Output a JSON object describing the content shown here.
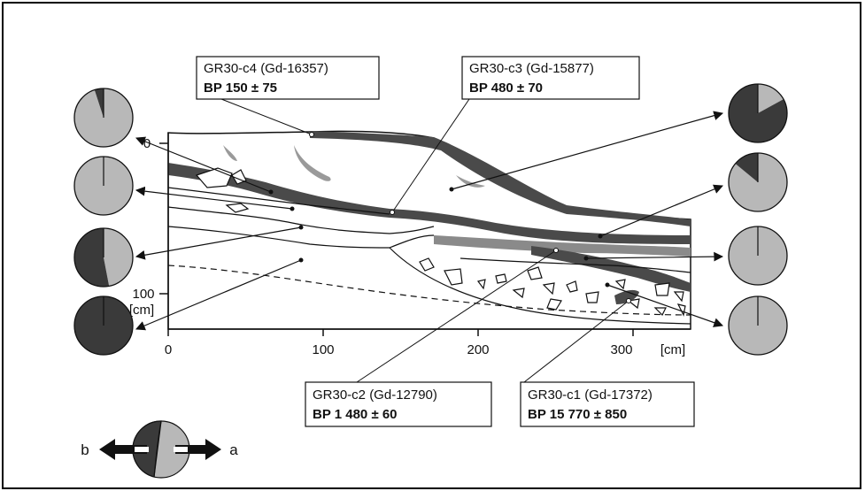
{
  "labels": [
    {
      "id": "c4",
      "sample": "GR30-c4 (Gd-16357)",
      "age": "BP 150 ± 75"
    },
    {
      "id": "c3",
      "sample": "GR30-c3 (Gd-15877)",
      "age": "BP 480 ± 70"
    },
    {
      "id": "c2",
      "sample": "GR30-c2 (Gd-12790)",
      "age": "BP 1 480 ± 60"
    },
    {
      "id": "c1",
      "sample": "GR30-c1 (Gd-17372)",
      "age": "BP 15 770 ± 850"
    }
  ],
  "axes": {
    "x_ticks": [
      "0",
      "100",
      "200",
      "300"
    ],
    "x_unit": "[cm]",
    "y_ticks": [
      "0",
      "100"
    ],
    "y_unit": "[cm]"
  },
  "pies": {
    "left": [
      {
        "a_fraction": 0.95
      },
      {
        "a_fraction": 1.0
      },
      {
        "a_fraction": 0.47
      },
      {
        "a_fraction": 0.0
      }
    ],
    "right": [
      {
        "a_fraction": 0.17
      },
      {
        "a_fraction": 0.86
      },
      {
        "a_fraction": 1.0
      },
      {
        "a_fraction": 1.0
      }
    ]
  },
  "legend": {
    "b": "b",
    "a": "a"
  },
  "colors": {
    "dark": "#3a3a3a",
    "light": "#b8b8b8",
    "mid": "#7a7a7a",
    "frame": "#000000"
  }
}
